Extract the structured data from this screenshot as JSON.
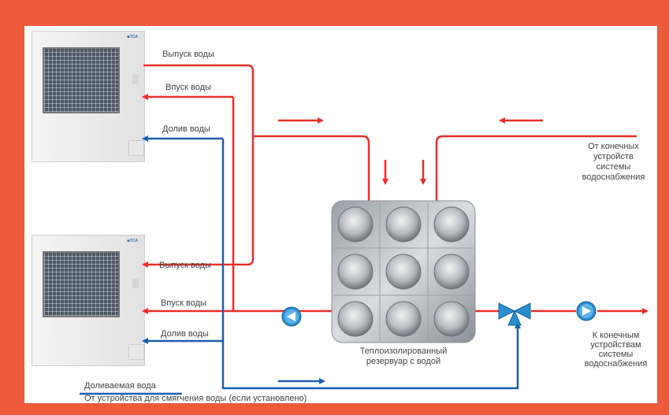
{
  "labels": {
    "outlet_top": "Выпуск воды",
    "inlet_top": "Впуск воды",
    "topup_top": "Долив воды",
    "outlet_bottom": "Выпуск воды",
    "inlet_bottom": "Впуск воды",
    "topup_bottom": "Долив воды",
    "from_devices": "От конечных устройств системы водоснабжения",
    "to_devices": "К конечным устройствам системы водоснабжения",
    "tank": "Теплоизолированный резервуар с водой",
    "makeup_water": "Доливаемая вода",
    "softener": "От устройства для смягчения воды (если установлено)"
  },
  "colors": {
    "frame": "#ee5b3c",
    "hot_pipe": "#e8302c",
    "cold_pipe": "#1d5fb0",
    "pump": "#2a8fd0"
  },
  "icons": [
    "pump-icon",
    "pump-icon",
    "three-way-valve-icon"
  ]
}
